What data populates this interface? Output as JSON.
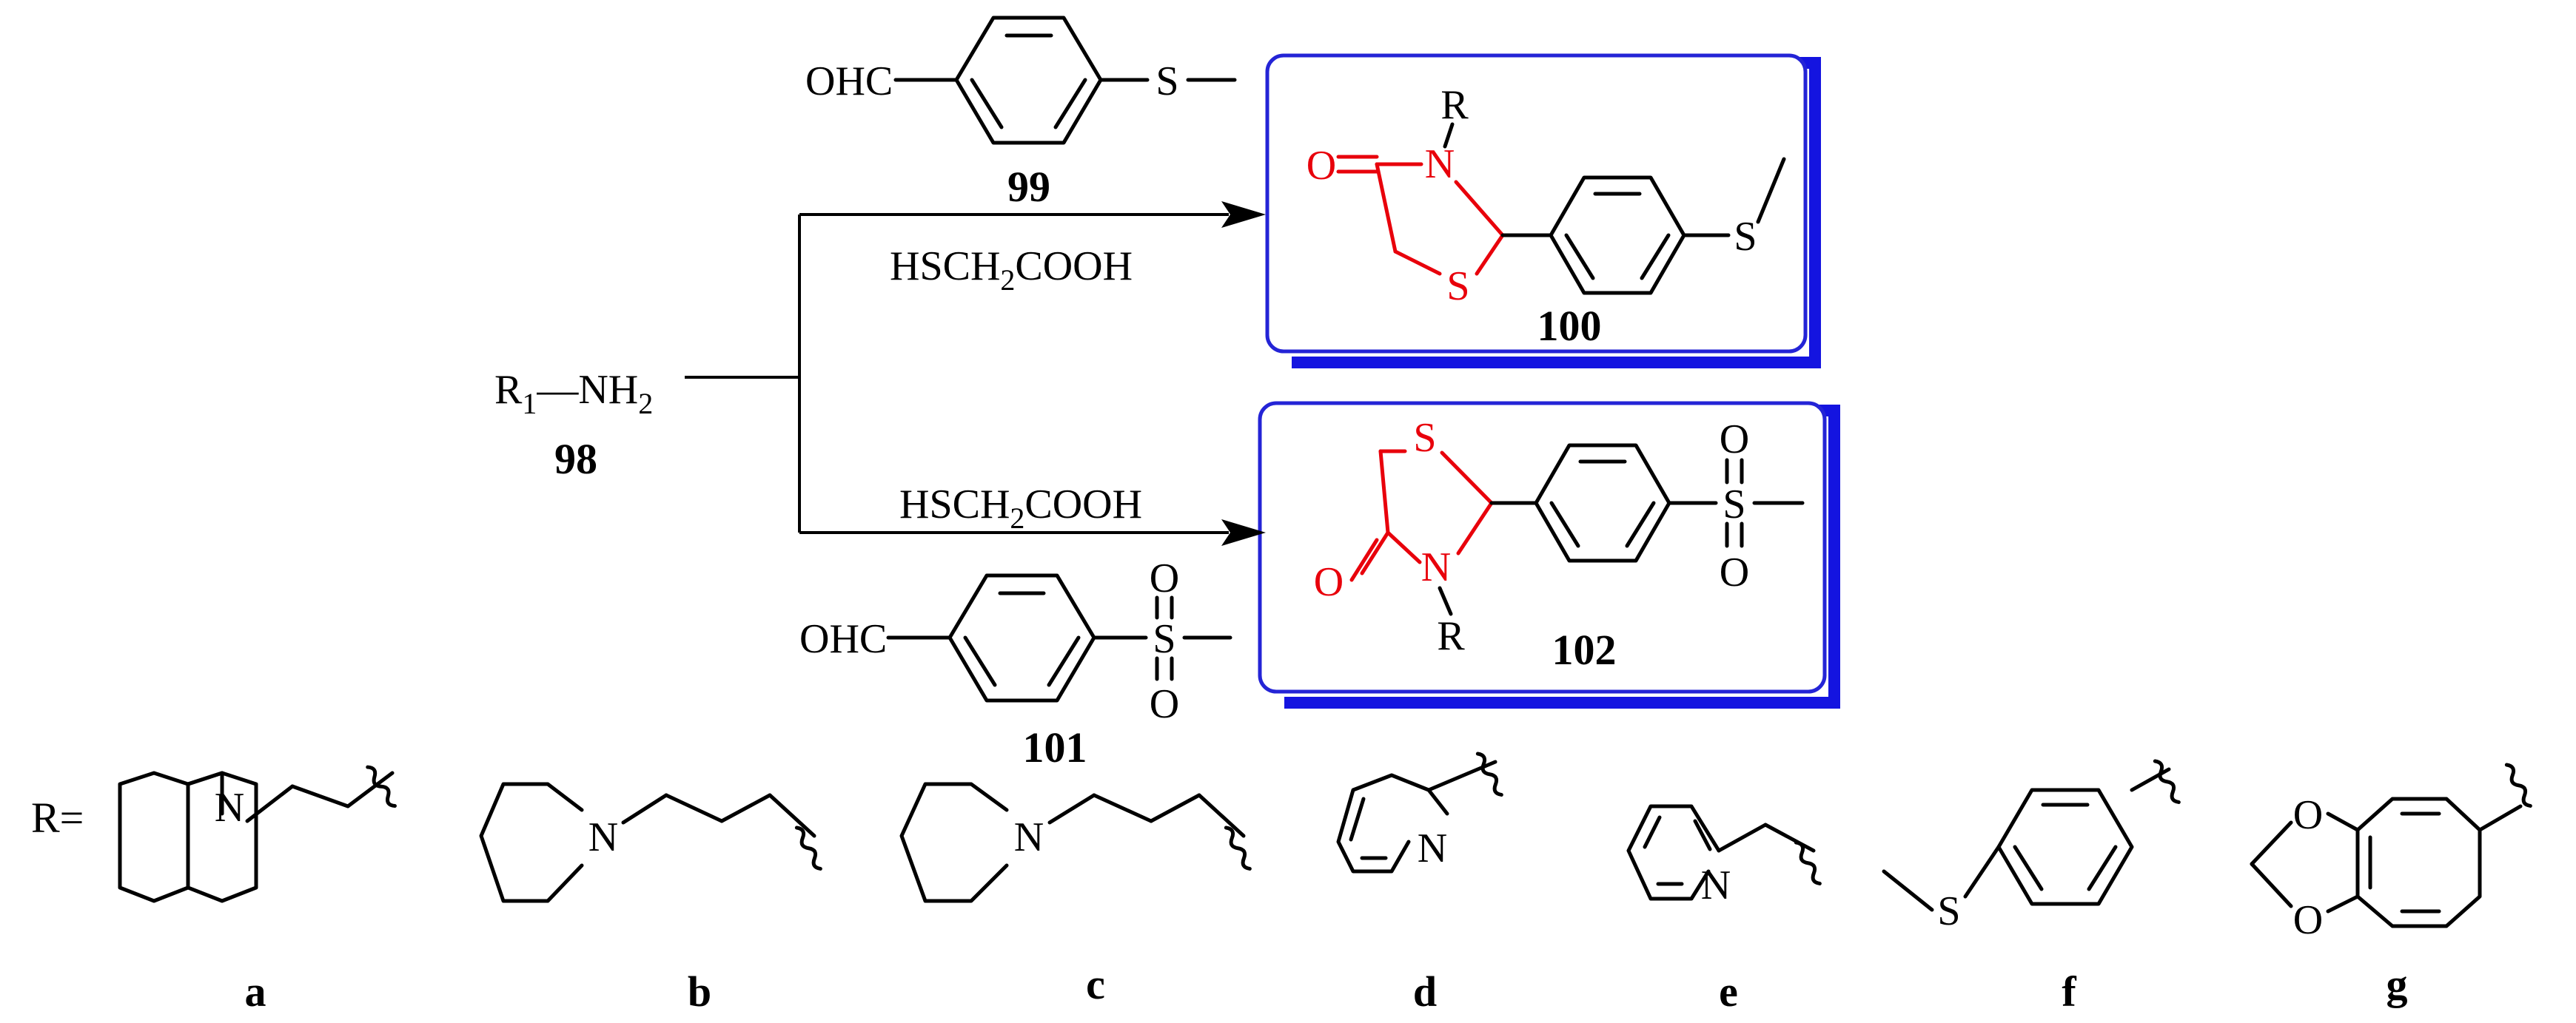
{
  "colors": {
    "ring_highlight": "#e8000b",
    "box_border": "#2424d6",
    "box_shadow": "#1414e0",
    "bond": "#000000"
  },
  "reactants": {
    "amine": {
      "r1": "R",
      "r1_sub": "1",
      "nh2": "—NH",
      "nh2_sub": "2",
      "number": "98"
    },
    "aldehyde_top": {
      "cho": "OHC",
      "s": "S",
      "number": "99"
    },
    "aldehyde_bottom": {
      "cho": "OHC",
      "s": "S",
      "o_top": "O",
      "o_bottom": "O",
      "number": "101"
    }
  },
  "reagents": {
    "top": {
      "pre": "HSCH",
      "sub": "2",
      "post": "COOH"
    },
    "bottom": {
      "pre": "HSCH",
      "sub": "2",
      "post": "COOH"
    }
  },
  "products": {
    "top": {
      "o": "O",
      "n": "N",
      "r": "R",
      "s_ring": "S",
      "s_me": "S",
      "number": "100"
    },
    "bottom": {
      "o": "O",
      "n": "N",
      "r": "R",
      "s_ring": "S",
      "s_so2": "S",
      "o_top": "O",
      "o_bottom": "O",
      "number": "102"
    }
  },
  "substituents": {
    "prefix": "R=",
    "items": [
      {
        "id": "a",
        "atoms": [
          "N"
        ]
      },
      {
        "id": "b",
        "atoms": [
          "N"
        ]
      },
      {
        "id": "c",
        "atoms": [
          "N"
        ]
      },
      {
        "id": "d",
        "atoms": [
          "N"
        ]
      },
      {
        "id": "e",
        "atoms": [
          "N"
        ]
      },
      {
        "id": "f",
        "atoms": [
          "S"
        ]
      },
      {
        "id": "g",
        "atoms": [
          "O",
          "O"
        ]
      }
    ]
  }
}
